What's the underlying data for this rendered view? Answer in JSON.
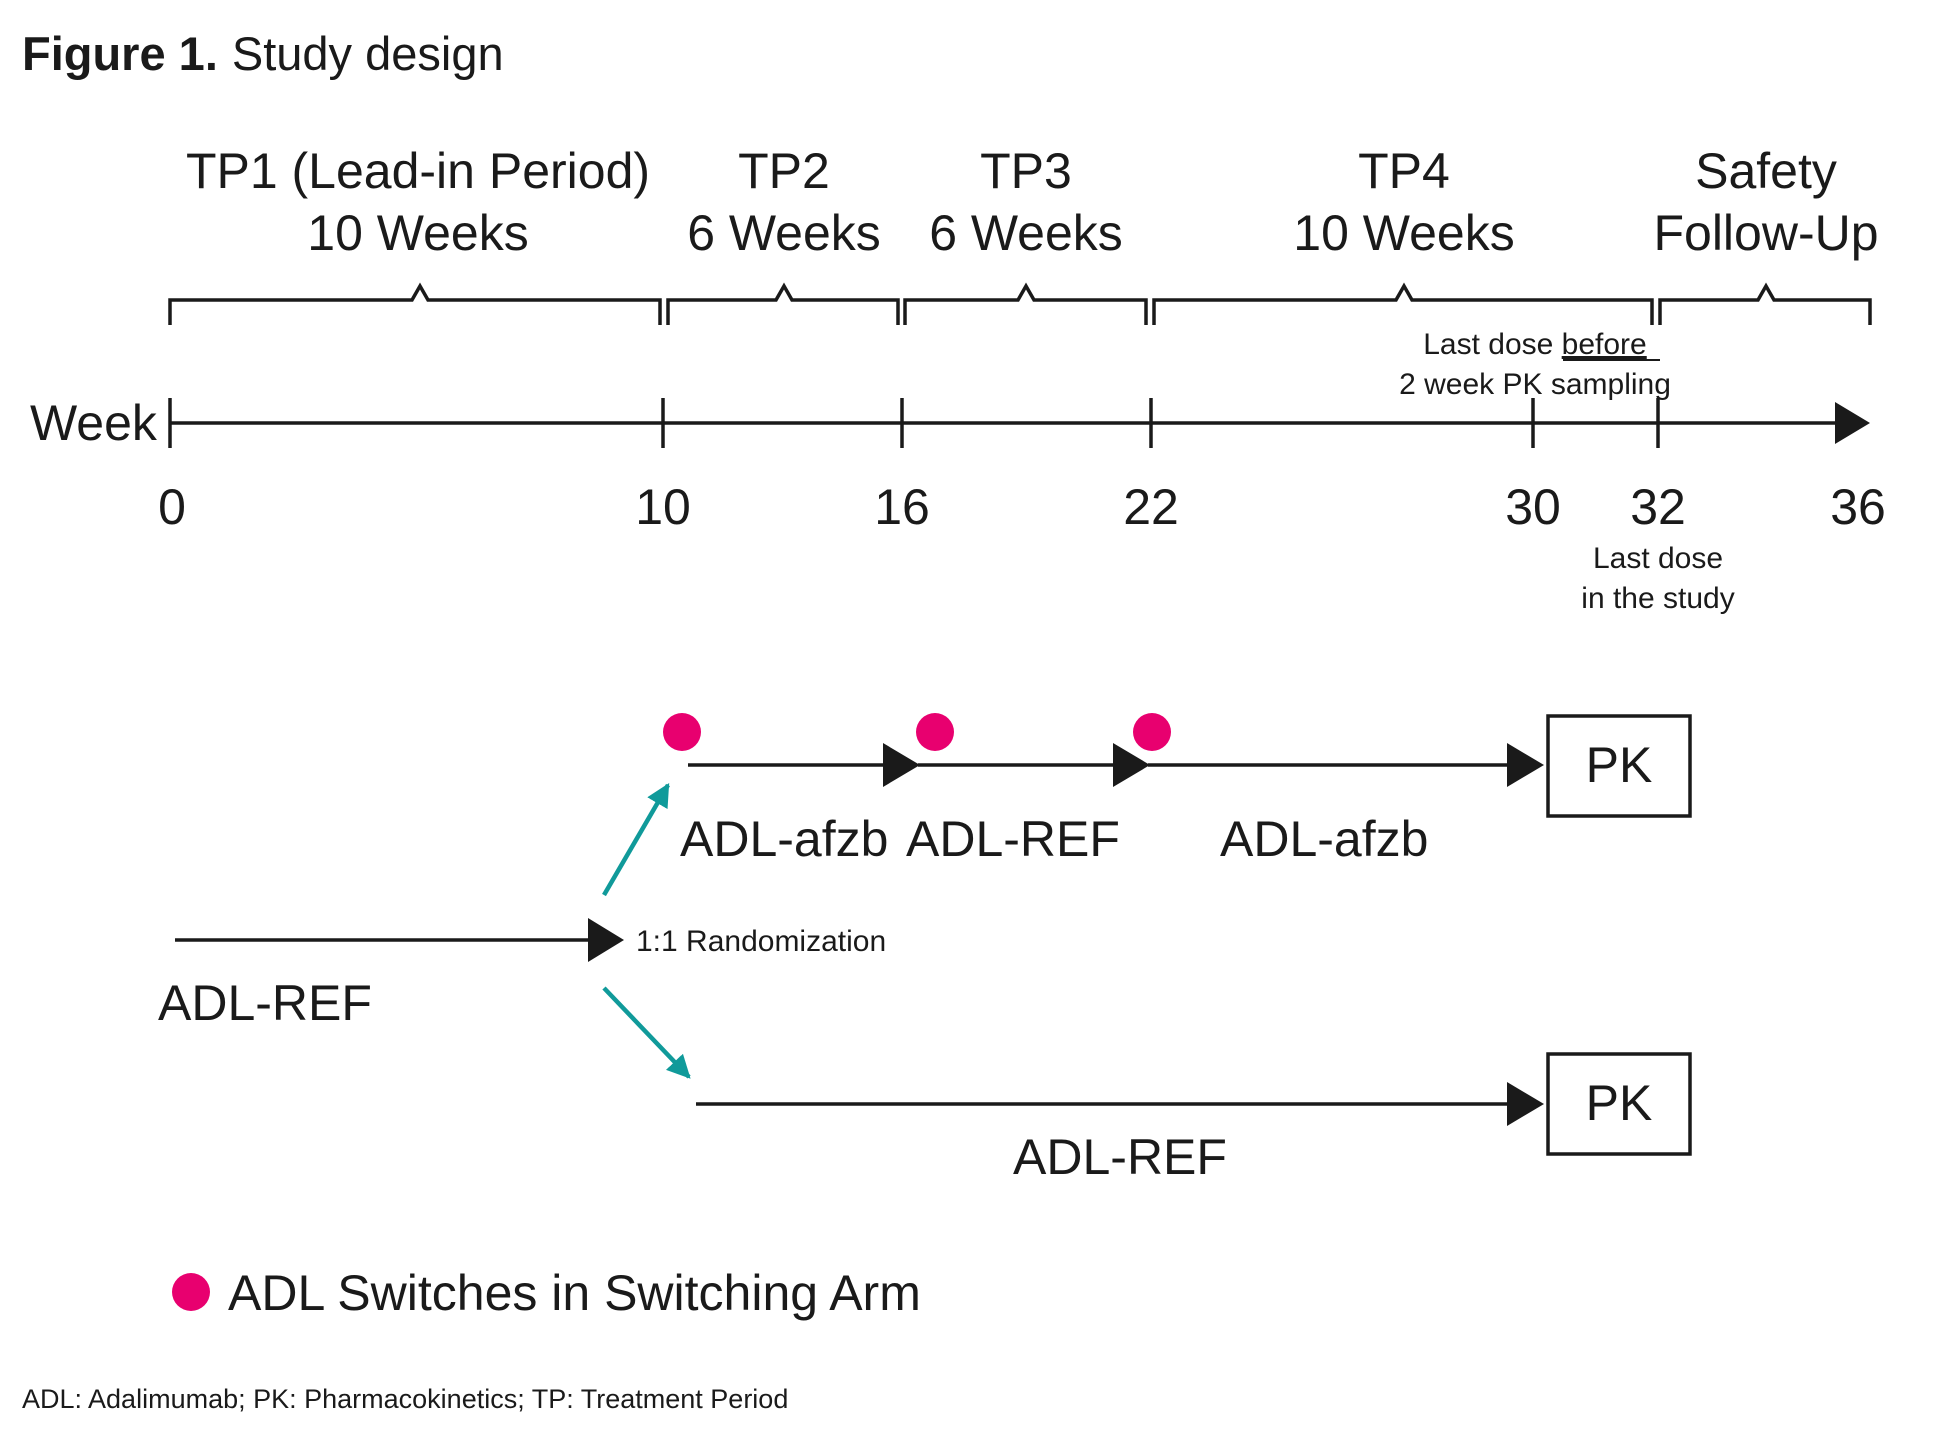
{
  "figure": {
    "label": "Figure 1.",
    "title": "Study design"
  },
  "periods": [
    {
      "line1": "TP1 (Lead-in Period)",
      "line2": "10 Weeks"
    },
    {
      "line1": "TP2",
      "line2": "6 Weeks"
    },
    {
      "line1": "TP3",
      "line2": "6 Weeks"
    },
    {
      "line1": "TP4",
      "line2": "10 Weeks"
    },
    {
      "line1": "Safety",
      "line2": "Follow-Up"
    }
  ],
  "timeline": {
    "axis_label": "Week",
    "ticks": [
      "0",
      "10",
      "16",
      "22",
      "30",
      "32",
      "36"
    ]
  },
  "notes": {
    "pk_last_dose_prefix": "Last dose ",
    "pk_last_dose_underlined": "before",
    "pk_sampling": "2 week PK sampling",
    "study_last_dose_1": "Last dose",
    "study_last_dose_2": "in the study"
  },
  "arms": {
    "leadin_label": "ADL-REF",
    "randomization_label": "1:1 Randomization",
    "switching_segments": [
      "ADL-afzb",
      "ADL-REF",
      "ADL-afzb"
    ],
    "reference_label": "ADL-REF",
    "pk_label": "PK"
  },
  "legend": {
    "switch_marker": "ADL Switches in Switching Arm"
  },
  "footnote": "ADL: Adalimumab; PK: Pharmacokinetics; TP: Treatment Period",
  "colors": {
    "switch_dot": "#e8006f",
    "randomization_arrow": "#109a9a",
    "ink": "#1a1a1a"
  }
}
